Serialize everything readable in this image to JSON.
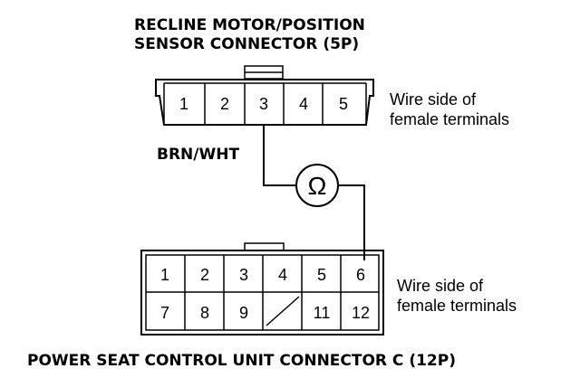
{
  "top_connector": {
    "title_line1": "RECLINE MOTOR/POSITION",
    "title_line2": "SENSOR CONNECTOR (5P)",
    "terminals": [
      "1",
      "2",
      "3",
      "4",
      "5"
    ],
    "side_label_line1": "Wire side of",
    "side_label_line2": "female terminals"
  },
  "wire_label": "BRN/WHT",
  "meter_symbol": "Ω",
  "bottom_connector": {
    "row1": [
      "1",
      "2",
      "3",
      "4",
      "5",
      "6"
    ],
    "row2": [
      "7",
      "8",
      "9",
      "",
      "11",
      "12"
    ],
    "side_label_line1": "Wire side of",
    "side_label_line2": "female terminals",
    "title": "POWER SEAT CONTROL UNIT CONNECTOR C (12P)"
  },
  "colors": {
    "ink": "#000000",
    "background": "#ffffff"
  }
}
